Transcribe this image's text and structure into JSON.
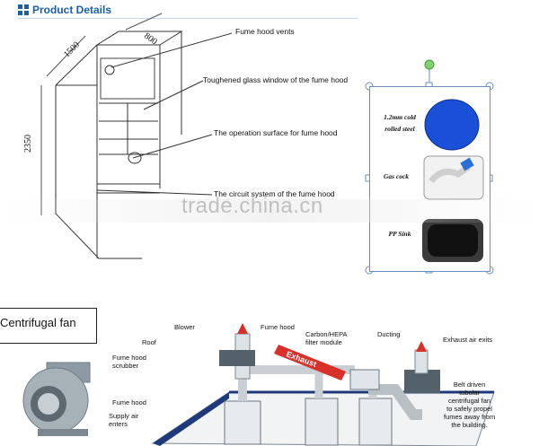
{
  "header": {
    "title": "Product Details",
    "icon": "grid-icon",
    "accent": "#1b5fa8"
  },
  "fume_hood": {
    "dimensions": {
      "width": "1500",
      "depth": "800",
      "height": "2350"
    },
    "callouts": [
      "Fume hood vents",
      "Toughened glass window of the fume hood",
      "The operation surface  for fume hood",
      "The circuit system of the fume hood"
    ]
  },
  "materials_panel": {
    "items": [
      {
        "label_line1": "1.2mm cold",
        "label_line2": "rolled steel",
        "color": "#1a4fd8"
      },
      {
        "label_line1": "Gas cock",
        "label_line2": ""
      },
      {
        "label_line1": "PP Sink",
        "label_line2": ""
      }
    ]
  },
  "watermark": "trade.china.cn",
  "centrifugal_fan": {
    "label": "Centrifugal fan"
  },
  "system_diagram": {
    "labels": {
      "blower": "Blower",
      "roof": "Roof",
      "scrubber": "Fume hood\nscrubber",
      "fume_hood_top": "Fume hood",
      "fume_hood_left": "Fume hood",
      "supply_air": "Supply air\nenters",
      "filter": "Carbon/HEPA\nfilter module",
      "ducting": "Ducting",
      "exhaust": "Exhaust",
      "exhaust_exits": "Exhaust air exits",
      "belt_fan": "Belt driven\ntubular\ncentrifugal fan\nto safely propel\nfumes away from\nthe building."
    },
    "exhaust_color": "#d9302a"
  }
}
